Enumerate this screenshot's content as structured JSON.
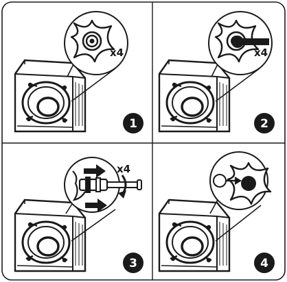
{
  "panels": [
    {
      "step_number": "1",
      "multiplier": "x4"
    },
    {
      "step_number": "2",
      "multiplier": "x4"
    },
    {
      "step_number": "3",
      "multiplier": "x4"
    },
    {
      "step_number": "4",
      "multiplier": ""
    }
  ],
  "colors": {
    "ink": "#1a1a1a",
    "background": "#ffffff",
    "badge_fill": "#1a1a1a",
    "badge_text": "#ffffff"
  },
  "icons": [
    "washing-machine-icon",
    "transit-bolt-icon",
    "wrench-icon",
    "arrow-icon",
    "rotate-arrow-icon",
    "hole-cap-icon"
  ]
}
